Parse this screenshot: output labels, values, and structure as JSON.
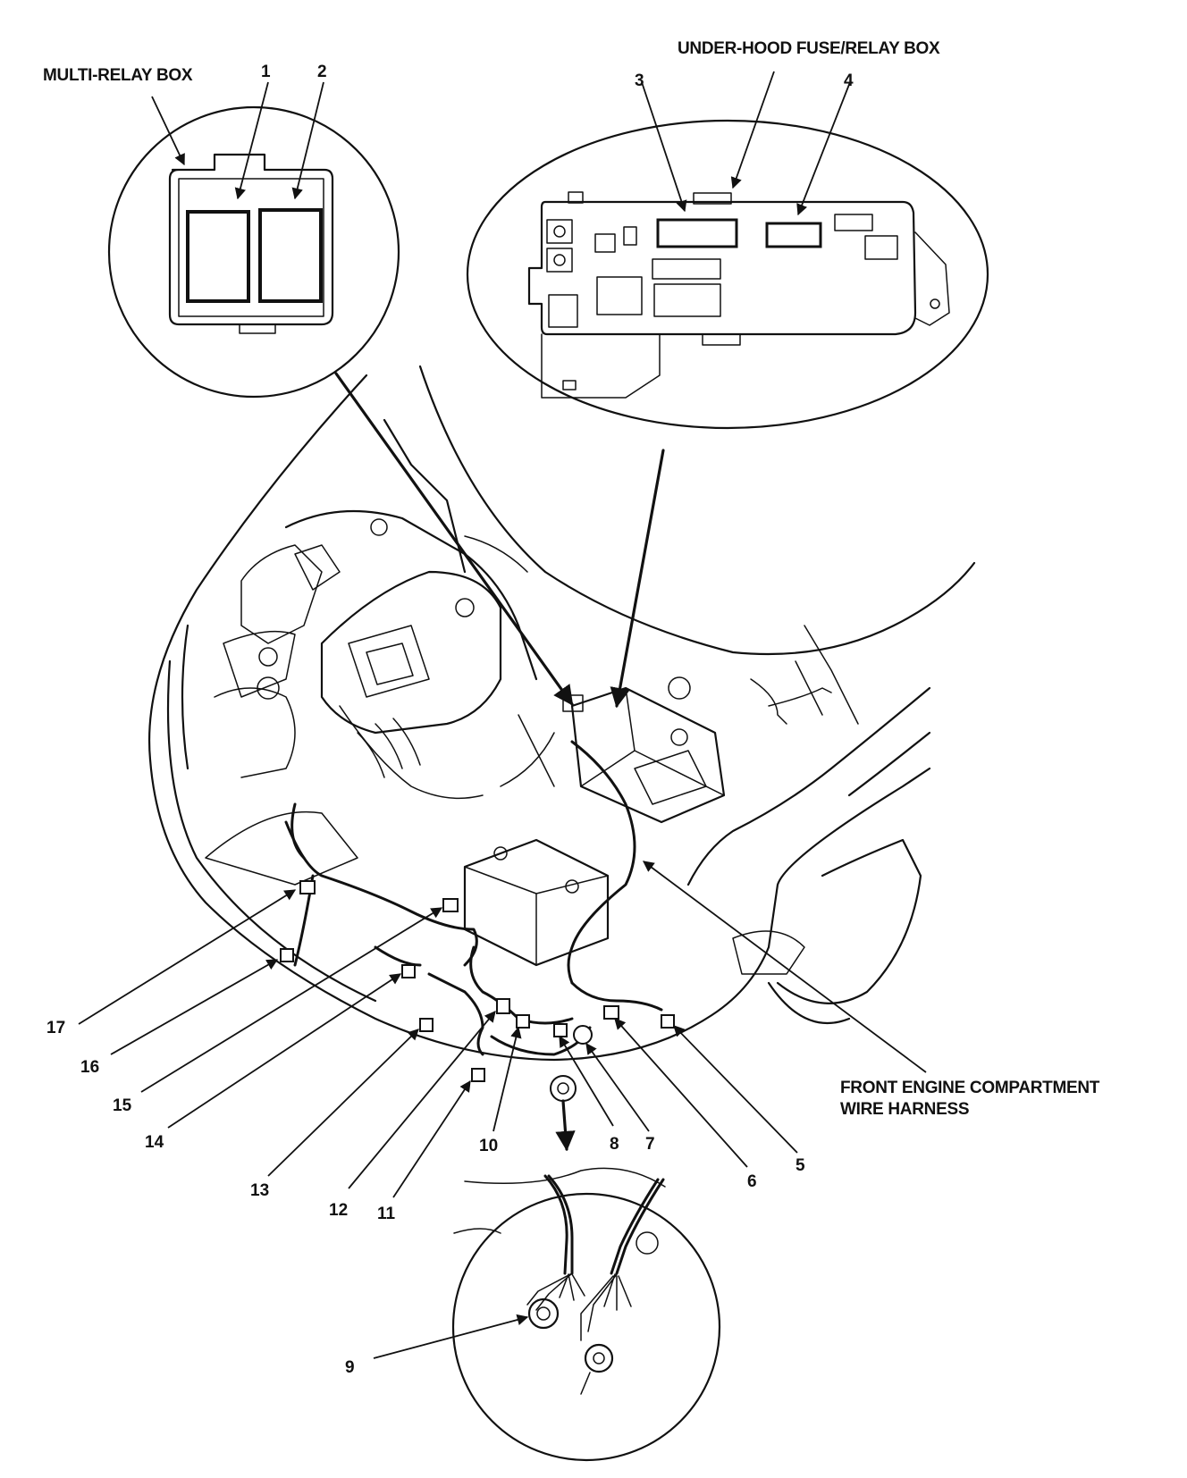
{
  "titles": {
    "multi_relay_box": "MULTI-RELAY BOX",
    "under_hood_box": "UNDER-HOOD FUSE/RELAY BOX",
    "harness_line1": "FRONT ENGINE COMPARTMENT",
    "harness_line2": "WIRE HARNESS"
  },
  "callouts": {
    "c1": "1",
    "c2": "2",
    "c3": "3",
    "c4": "4",
    "c5": "5",
    "c6": "6",
    "c7": "7",
    "c8": "8",
    "c9": "9",
    "c10": "10",
    "c11": "11",
    "c12": "12",
    "c13": "13",
    "c14": "14",
    "c15": "15",
    "c16": "16",
    "c17": "17"
  }
}
